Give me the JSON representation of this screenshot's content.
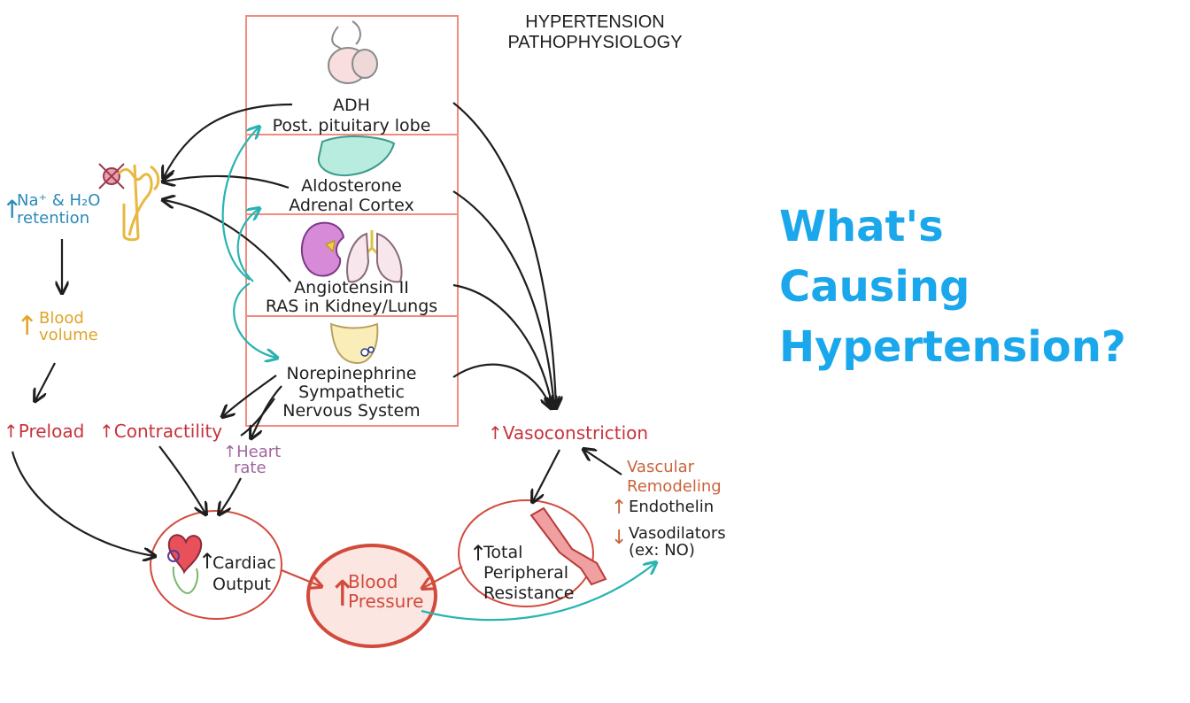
{
  "title": {
    "line1": "HYPERTENSION",
    "line2": "PATHOPHYSIOLOGY"
  },
  "headline": {
    "line1": "What's",
    "line2": "Causing",
    "line3": "Hypertension?"
  },
  "hormones": {
    "adh": {
      "name": "ADH",
      "source": "Post. pituitary lobe"
    },
    "aldosterone": {
      "name": "Aldosterone",
      "source": "Adrenal Cortex"
    },
    "angiotensin": {
      "name": "Angiotensin II",
      "source": "RAS in Kidney/Lungs"
    },
    "norepinephrine": {
      "name": "Norepinephrine",
      "source1": "Sympathetic",
      "source2": "Nervous System"
    }
  },
  "effects": {
    "retention": {
      "arrow": "↑",
      "line1": "Na⁺ & H₂O",
      "line2": "retention"
    },
    "blood_volume": {
      "arrow": "↑",
      "line1": "Blood",
      "line2": "volume"
    },
    "preload": "↑Preload",
    "contractility": "↑Contractility",
    "heart_rate": {
      "line1": "↑Heart",
      "line2": "rate"
    },
    "vasoconstriction": "↑Vasoconstriction",
    "cardiac_output": {
      "arrow": "↑",
      "line1": "Cardiac",
      "line2": "Output"
    },
    "blood_pressure": {
      "arrow": "↑",
      "line1": "Blood",
      "line2": "Pressure"
    },
    "tpr": {
      "arrow": "↑",
      "line1": "Total",
      "line2": "Peripheral",
      "line3": "Resistance"
    },
    "vascular_remodeling": {
      "line1": "Vascular",
      "line2": "Remodeling",
      "endothelin_arrow": "↑",
      "endothelin": "Endothelin",
      "vasodilators_arrow": "↓",
      "vasodilators1": "Vasodilators",
      "vasodilators2": "(ex: NO)"
    }
  },
  "colors": {
    "headline": "#1aa7ec",
    "box_border": "#f08c80",
    "red": "#c8323c",
    "blue": "#2a8ab8",
    "gold": "#e0a428",
    "purple": "#a0649c",
    "brown": "#c8643c",
    "teal": "#28b4b0",
    "ink": "#1e1e1e"
  }
}
